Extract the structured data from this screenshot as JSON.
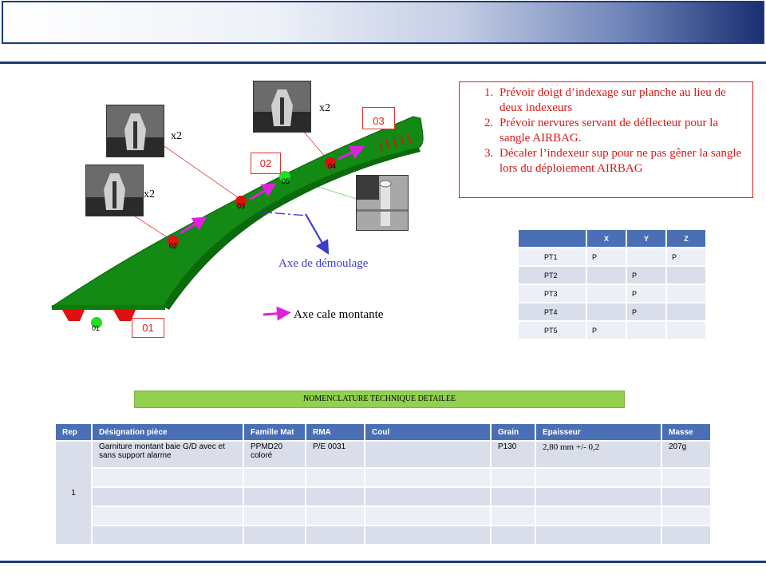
{
  "diagram": {
    "markers": [
      "01",
      "02",
      "03",
      "04",
      "05"
    ],
    "label_boxes": [
      "01",
      "02",
      "03"
    ],
    "quantities": [
      "x2",
      "x2",
      "x2"
    ],
    "axe_demoulage": "Axe de démoulage",
    "axe_cale_montante": "Axe cale montante",
    "colors": {
      "part": "#138a13",
      "marker_red": "#e01010",
      "marker_green": "#22dd22",
      "arrow": "#e020e0",
      "axis_arrow": "#3d3dcc"
    }
  },
  "notes": [
    "Prévoir doigt d’indexage sur planche au lieu  de deux indexeurs",
    "Prévoir nervures servant de déflecteur pour la sangle AIRBAG.",
    "Décaler l’indexeur sup pour ne pas gêner la sangle lors du déploiement AIRBAG"
  ],
  "points_table": {
    "headers": [
      "",
      "X",
      "Y",
      "Z"
    ],
    "rows": [
      [
        "PT1",
        "P",
        "",
        "P"
      ],
      [
        "PT2",
        "",
        "P",
        ""
      ],
      [
        "PT3",
        "",
        "P",
        ""
      ],
      [
        "PT4",
        "",
        "P",
        ""
      ],
      [
        "PT5",
        "P",
        "",
        ""
      ]
    ]
  },
  "nomenclature_title": "NOMENCLATURE TECHNIQUE DETAILEE",
  "bom": {
    "headers": [
      "Rep",
      "Désignation pièce",
      "Famille Mat",
      "RMA",
      "Coul",
      "Grain",
      "Epaisseur",
      "Masse"
    ],
    "rep": "1",
    "row": [
      "Garniture montant baie G/D avec et sans support alarme",
      "PPMD20 coloré",
      "P/E 0031",
      "",
      "P130",
      "2,80 mm +/- 0,2",
      "207g"
    ]
  }
}
